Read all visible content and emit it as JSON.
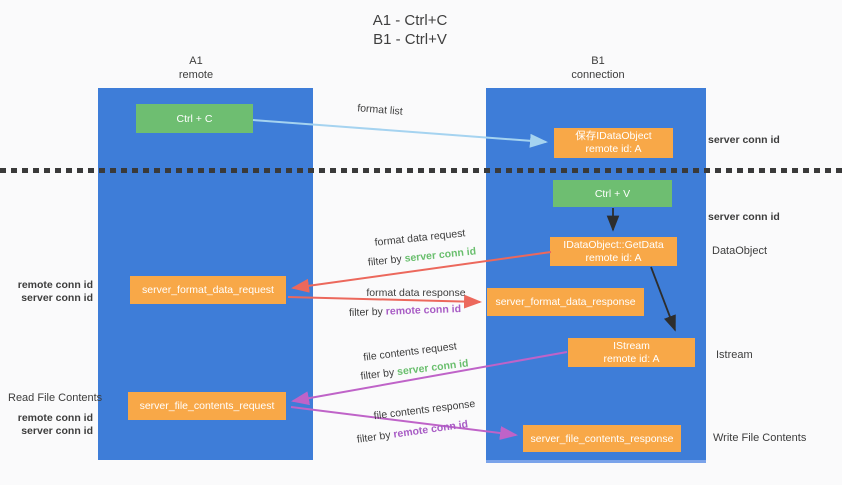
{
  "title": {
    "line1": "A1 - Ctrl+C",
    "line2": "B1 - Ctrl+V"
  },
  "lanes": {
    "a1": {
      "title": "A1",
      "subtitle": "remote"
    },
    "b1": {
      "title": "B1",
      "subtitle": "connection"
    }
  },
  "nodes": {
    "ctrl_c": {
      "label": "Ctrl + C"
    },
    "ctrl_v": {
      "label": "Ctrl + V"
    },
    "save_idataobject": {
      "line1": "保存IDataObject",
      "line2": "remote id: A"
    },
    "getdata": {
      "line1": "IDataObject::GetData",
      "line2": "remote id: A"
    },
    "istream": {
      "line1": "IStream",
      "line2": "remote id: A"
    },
    "server_format_data_request": {
      "label": "server_format_data_request"
    },
    "server_format_data_response": {
      "label": "server_format_data_response"
    },
    "server_file_contents_request": {
      "label": "server_file_contents_request"
    },
    "server_file_contents_response": {
      "label": "server_file_contents_response"
    }
  },
  "arrow_labels": {
    "format_list": "format list",
    "format_data_request": "format data request",
    "format_data_response": "format data response",
    "file_contents_request": "file contents request",
    "file_contents_response": "file contents response",
    "filter_by": "filter by",
    "server_conn_id": "server conn id",
    "remote_conn_id": "remote conn id"
  },
  "side_labels": {
    "server_conn_id_right_top": "server conn id",
    "server_conn_id_right_mid": "server conn id",
    "dataobject": "DataObject",
    "istream": "Istream",
    "write_file_contents": "Write File Contents",
    "read_file_contents": "Read File Contents",
    "remote_conn_id_left_top": "remote conn id",
    "server_conn_id_left_top": "server conn id",
    "remote_conn_id_left_bottom": "remote conn id",
    "server_conn_id_left_bottom": "server conn id"
  },
  "colors": {
    "lane_blue": "#3e7dd8",
    "box_orange": "#f8a848",
    "box_green": "#6ebe71",
    "arrow_red": "#ec685c",
    "arrow_purple": "#bf63c8",
    "arrow_light_blue": "#a5d3f0",
    "arrow_black": "#2d2d2d",
    "text_green": "#6abf6e",
    "text_purple": "#a85cc5",
    "divider_dark": "#3a3a3a"
  }
}
